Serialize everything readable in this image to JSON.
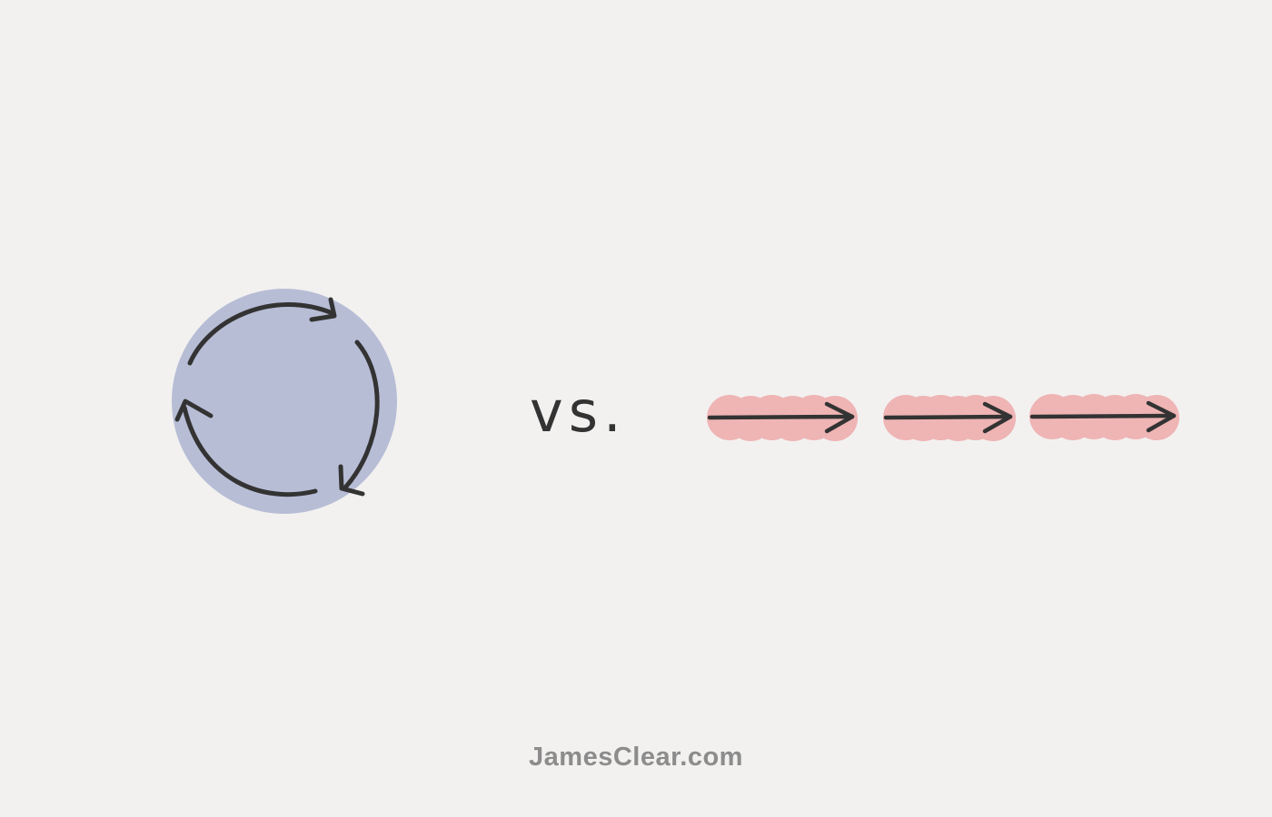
{
  "comparison": {
    "separator_label": "vs.",
    "left_symbol": "cycle-arrows-icon",
    "right_symbol": "linear-arrows-icon",
    "linear_segment_count": 3
  },
  "footer": {
    "site_label": "JamesClear.com"
  },
  "colors": {
    "background": "#f2f1f0",
    "cycle_fill": "#b7bdd5",
    "linear_fill": "#efb4b4",
    "ink": "#333333",
    "footer_text": "#8c8c8c"
  }
}
